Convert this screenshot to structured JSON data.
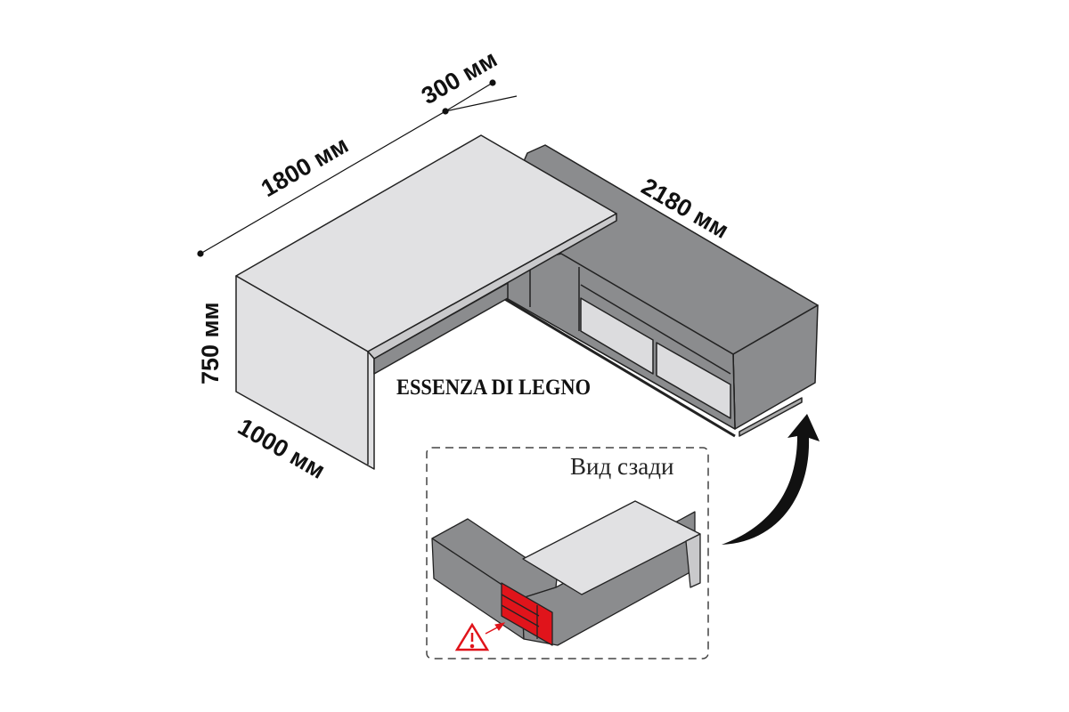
{
  "dimensions": {
    "width_desk": "1800 мм",
    "extension": "300 мм",
    "credenza_length": "2180 мм",
    "height": "750 мм",
    "depth": "1000 мм"
  },
  "material_label": "ESSENZA DI LEGNO",
  "inset": {
    "caption": "Вид сзади"
  },
  "colors": {
    "desk_top": "#e1e1e3",
    "credenza": "#8b8c8e",
    "warning": "#e0141b"
  }
}
